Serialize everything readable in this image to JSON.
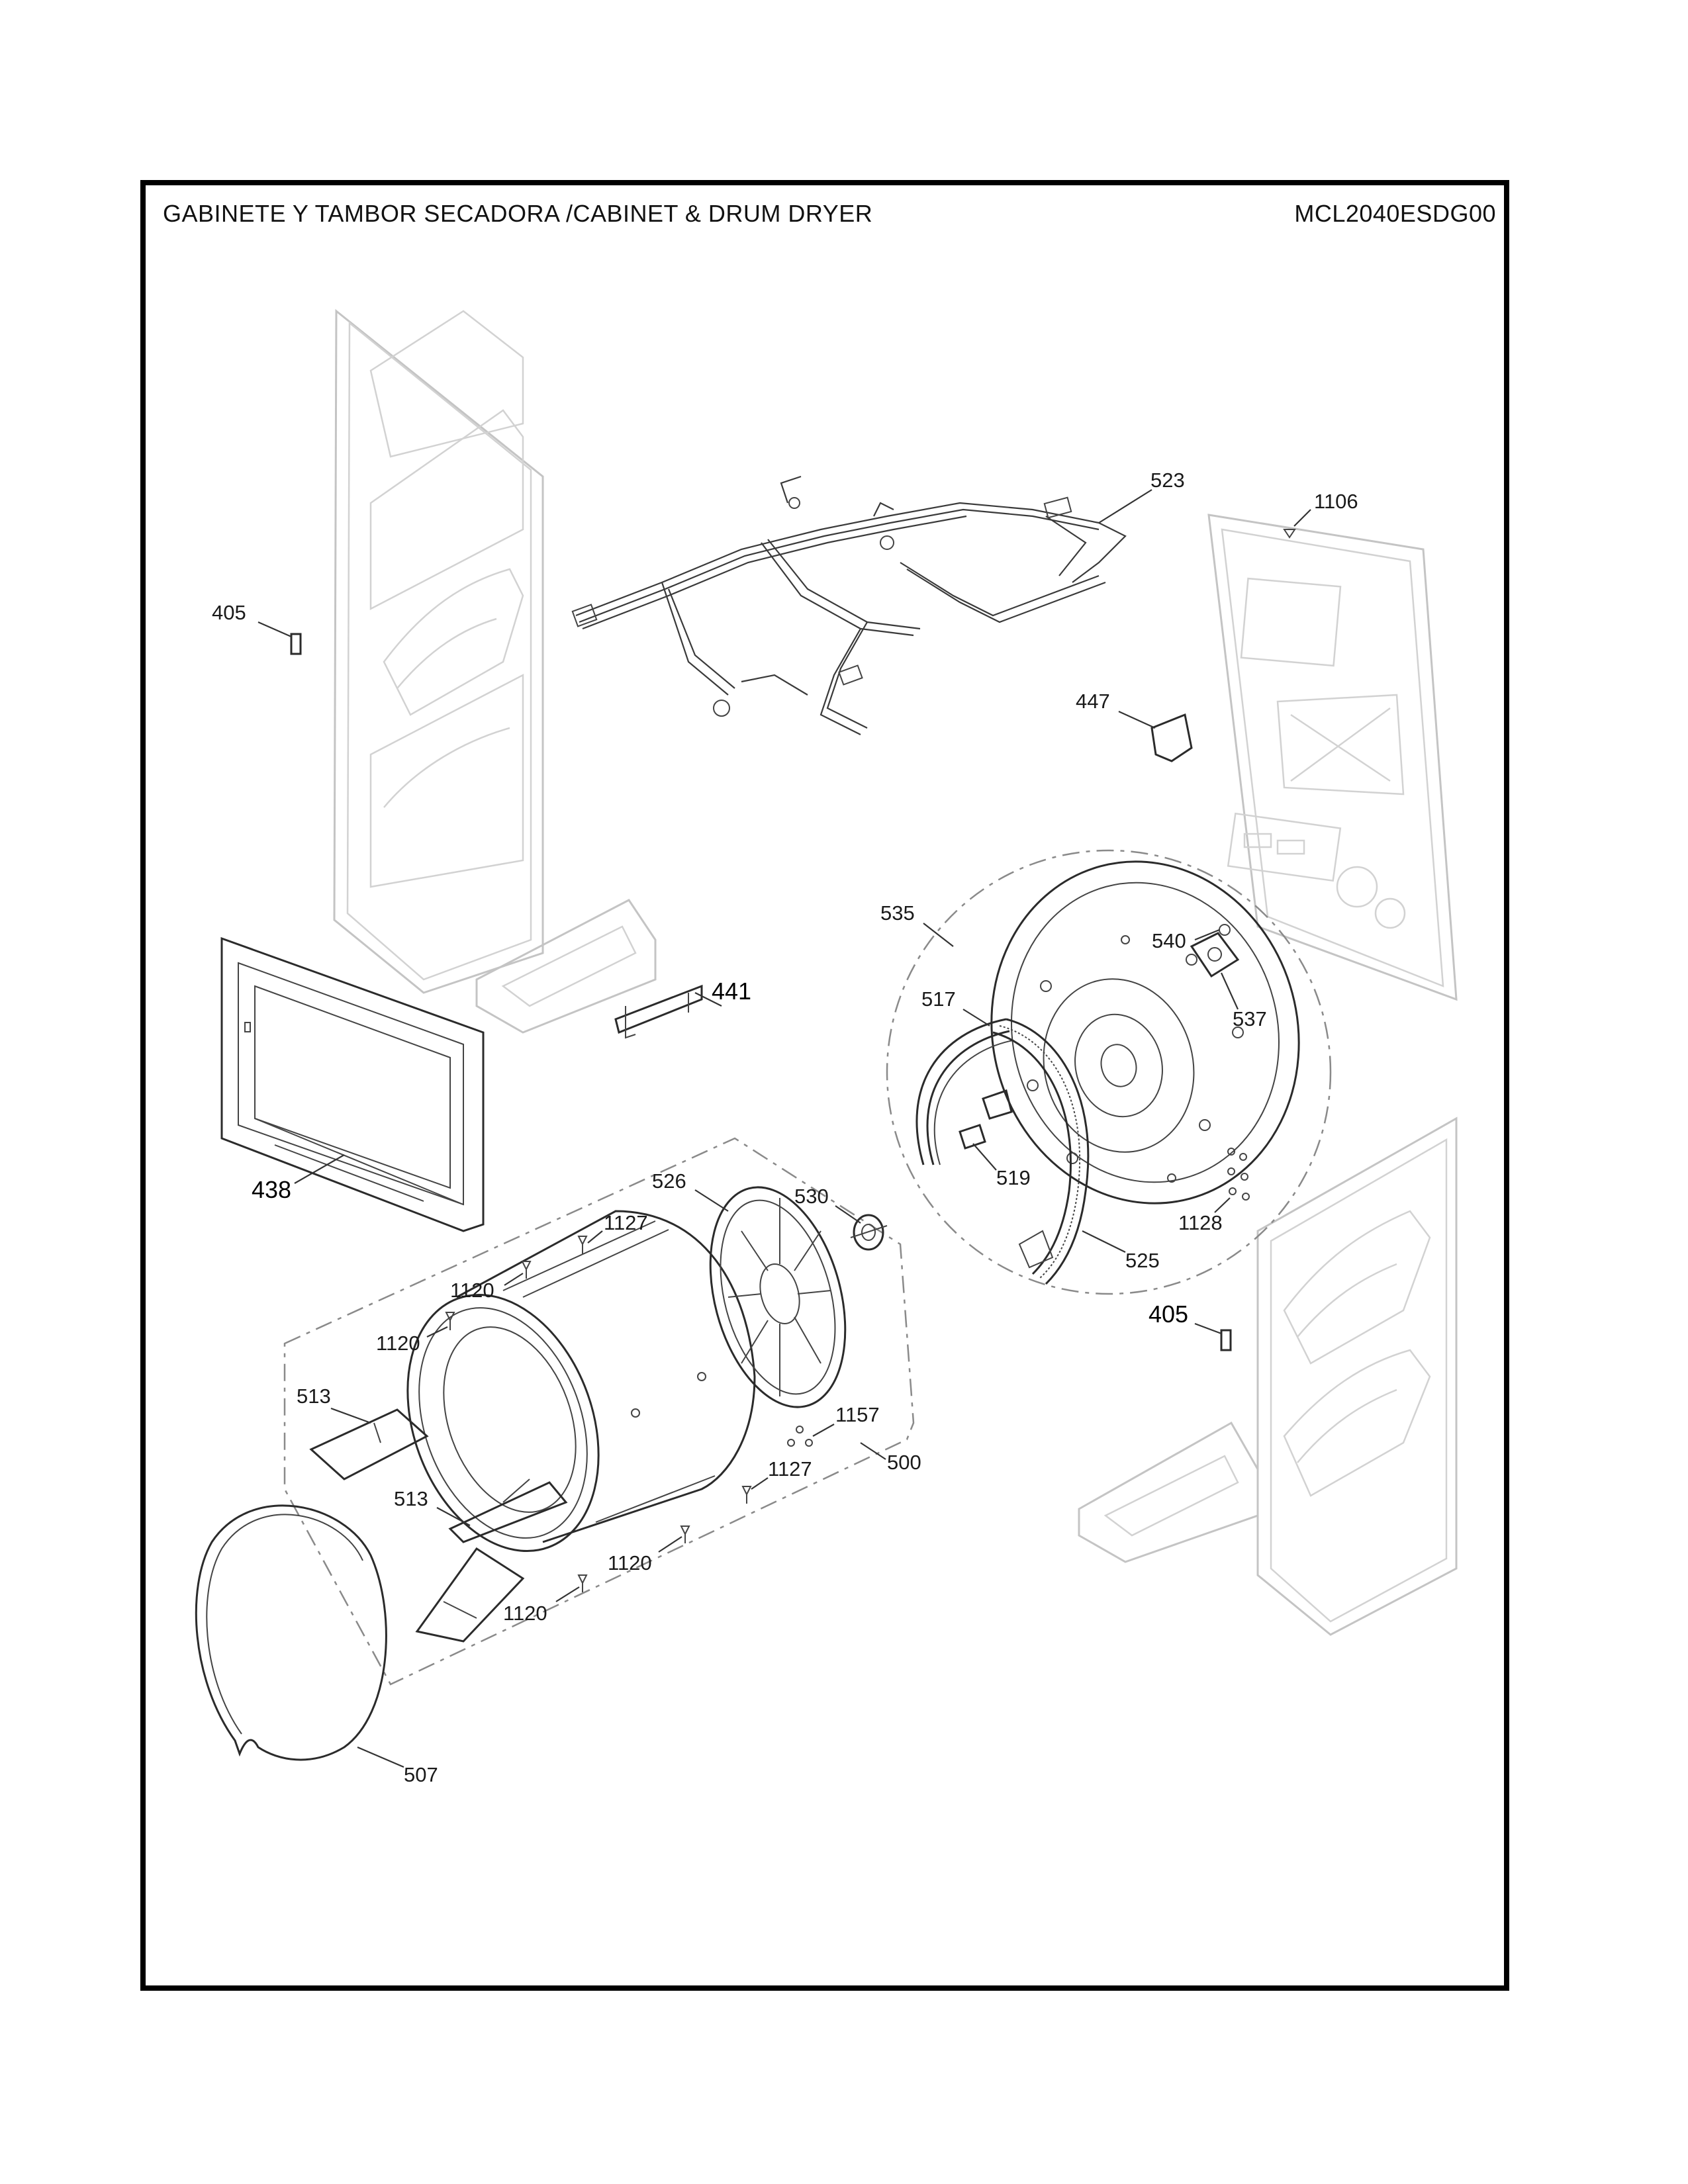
{
  "header": {
    "title": "GABINETE Y TAMBOR SECADORA /CABINET & DRUM  DRYER",
    "model": "MCL2040ESDG00"
  },
  "callouts": [
    {
      "id": "c405a",
      "label": "405"
    },
    {
      "id": "c523",
      "label": "523"
    },
    {
      "id": "c1106",
      "label": "1106"
    },
    {
      "id": "c447",
      "label": "447"
    },
    {
      "id": "c535",
      "label": "535"
    },
    {
      "id": "c540",
      "label": "540"
    },
    {
      "id": "c537",
      "label": "537"
    },
    {
      "id": "c517",
      "label": "517"
    },
    {
      "id": "c441",
      "label": "441"
    },
    {
      "id": "c438",
      "label": "438"
    },
    {
      "id": "c519",
      "label": "519"
    },
    {
      "id": "c1128",
      "label": "1128"
    },
    {
      "id": "c525",
      "label": "525"
    },
    {
      "id": "c526",
      "label": "526"
    },
    {
      "id": "c530",
      "label": "530"
    },
    {
      "id": "c1127a",
      "label": "1127"
    },
    {
      "id": "c1120a",
      "label": "1120"
    },
    {
      "id": "c1120b",
      "label": "1120"
    },
    {
      "id": "c405b",
      "label": "405"
    },
    {
      "id": "c513a",
      "label": "513"
    },
    {
      "id": "c1157",
      "label": "1157"
    },
    {
      "id": "c500",
      "label": "500"
    },
    {
      "id": "c1127b",
      "label": "1127"
    },
    {
      "id": "c513b",
      "label": "513"
    },
    {
      "id": "c1120c",
      "label": "1120"
    },
    {
      "id": "c1120d",
      "label": "1120"
    },
    {
      "id": "c507",
      "label": "507"
    }
  ]
}
